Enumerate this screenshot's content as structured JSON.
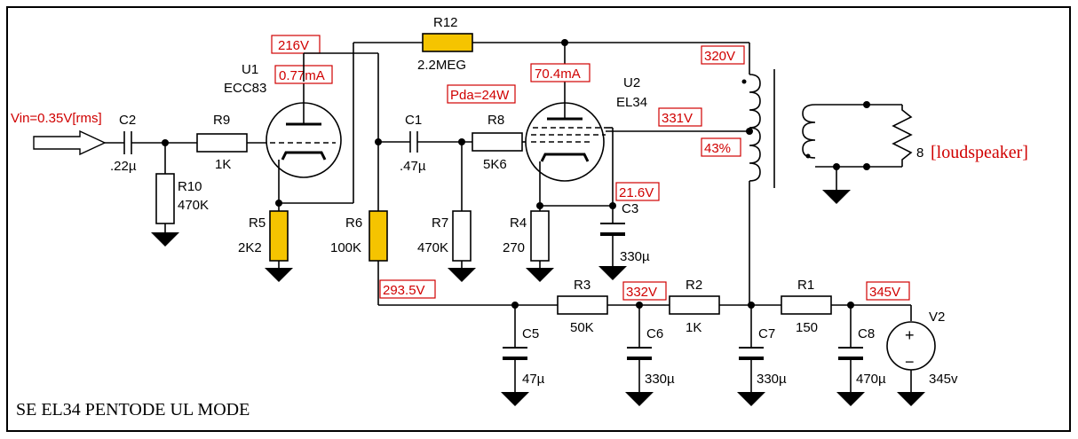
{
  "title": "SE EL34 PENTODE UL MODE",
  "annotations": {
    "vin": "Vin=0.35V[rms]",
    "v216": "216V",
    "i077": "0.77mA",
    "pda": "Pda=24W",
    "i704": "70.4mA",
    "v320": "320V",
    "v331": "331V",
    "p43": "43%",
    "v216b": "21.6V",
    "v2935": "293.5V",
    "v332": "332V",
    "v345": "345V"
  },
  "components": {
    "C2": {
      "ref": "C2",
      "value": ".22µ"
    },
    "R9": {
      "ref": "R9",
      "value": "1K"
    },
    "R10": {
      "ref": "R10",
      "value": "470K"
    },
    "U1": {
      "ref": "U1",
      "value": "ECC83"
    },
    "R5": {
      "ref": "R5",
      "value": "2K2"
    },
    "R12": {
      "ref": "R12",
      "value": "2.2MEG"
    },
    "C1": {
      "ref": "C1",
      "value": ".47µ"
    },
    "R6": {
      "ref": "R6",
      "value": "100K"
    },
    "R8": {
      "ref": "R8",
      "value": "5K6"
    },
    "R7": {
      "ref": "R7",
      "value": "470K"
    },
    "R4": {
      "ref": "R4",
      "value": "270"
    },
    "U2": {
      "ref": "U2",
      "value": "EL34"
    },
    "C3": {
      "ref": "C3",
      "value": "330µ"
    },
    "R3": {
      "ref": "R3",
      "value": "50K"
    },
    "C5": {
      "ref": "C5",
      "value": "47µ"
    },
    "C6": {
      "ref": "C6",
      "value": "330µ"
    },
    "R2": {
      "ref": "R2",
      "value": "1K"
    },
    "C7": {
      "ref": "C7",
      "value": "330µ"
    },
    "R1": {
      "ref": "R1",
      "value": "150"
    },
    "C8": {
      "ref": "C8",
      "value": "470µ"
    },
    "V2": {
      "ref": "V2",
      "value": "345v"
    },
    "speaker": {
      "impedance": "8",
      "label": "[loudspeaker]"
    },
    "v2_plus": "+",
    "v2_minus": "−"
  }
}
